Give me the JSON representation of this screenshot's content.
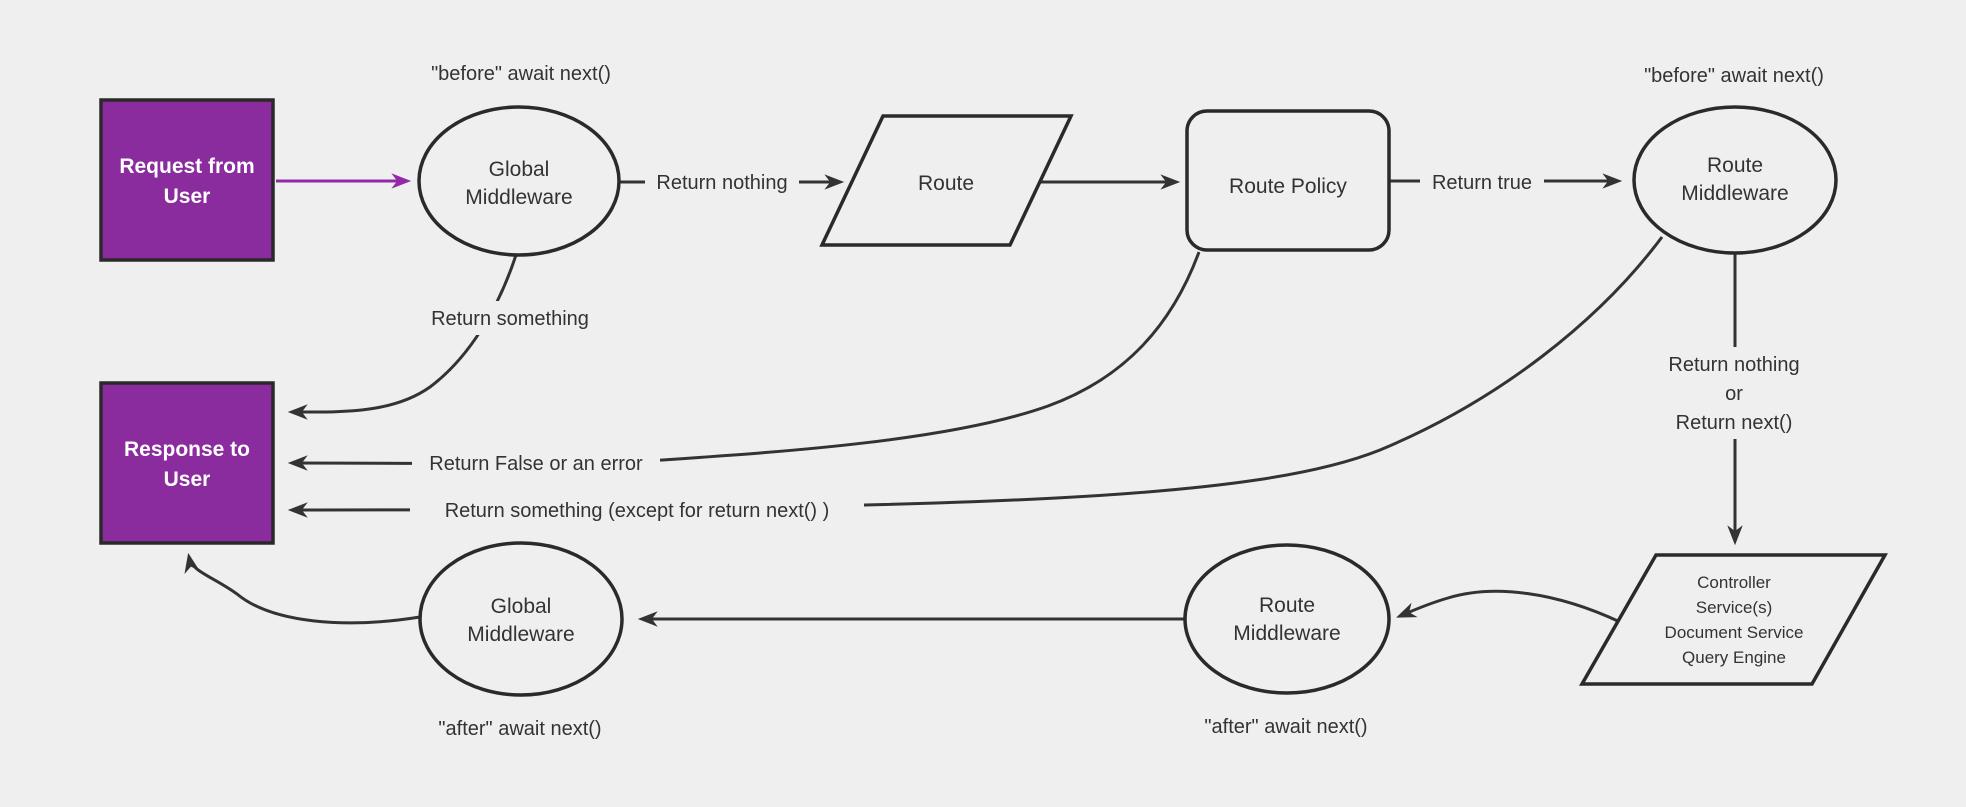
{
  "colors": {
    "background": "#efefef",
    "line": "#333333",
    "node_border": "#2a2a2a",
    "node_fill": "#efefef",
    "purple_fill": "#8a2b9e",
    "purple_arrow": "#9329a8",
    "text": "#333333",
    "text_on_purple": "#ffffff"
  },
  "nodes": {
    "request_from_user": {
      "lines": [
        "Request from",
        "User"
      ]
    },
    "global_middleware_top": {
      "lines": [
        "Global",
        "Middleware"
      ]
    },
    "route": {
      "lines": [
        "Route"
      ]
    },
    "route_policy": {
      "lines": [
        "Route Policy"
      ]
    },
    "route_middleware_top": {
      "lines": [
        "Route",
        "Middleware"
      ]
    },
    "controller_services": {
      "lines": [
        "Controller",
        "Service(s)",
        "Document Service",
        "Query Engine"
      ]
    },
    "route_middleware_bottom": {
      "lines": [
        "Route",
        "Middleware"
      ]
    },
    "global_middleware_bottom": {
      "lines": [
        "Global",
        "Middleware"
      ]
    },
    "response_to_user": {
      "lines": [
        "Response to",
        "User"
      ]
    }
  },
  "edge_labels": {
    "before_await_next_global": "\"before\" await next()",
    "before_await_next_route": "\"before\" await next()",
    "return_nothing": "Return nothing",
    "return_true": "Return true",
    "return_something": "Return something",
    "return_false_or_error": "Return False or an error",
    "return_something_except": "Return something (except for return next() )",
    "return_nothing_or_next": {
      "lines": [
        "Return nothing",
        "or",
        "Return next()"
      ]
    },
    "after_await_next_route": "\"after\" await next()",
    "after_await_next_global": "\"after\" await next()"
  }
}
